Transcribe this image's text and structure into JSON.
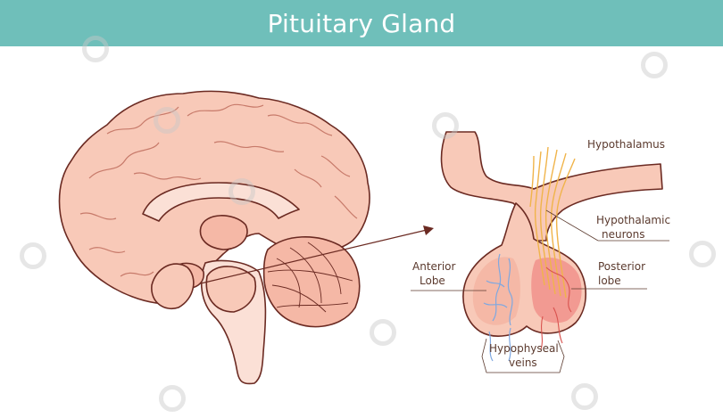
{
  "title": "Pituitary Gland",
  "labels": {
    "hypothalamus": "Hypothalamus",
    "hypothalamic_neurons_1": "Hypothalamic",
    "hypothalamic_neurons_2": "neurons",
    "anterior_lobe_1": "Anterior",
    "anterior_lobe_2": "Lobe",
    "posterior_lobe_1": "Posterior",
    "posterior_lobe_2": "lobe",
    "hypophyseal_veins_1": "Hypophyseal",
    "hypophyseal_veins_2": "veins"
  },
  "colors": {
    "header": "#6fbfba",
    "brain": "#f8c9b8",
    "outline": "#6b2a22",
    "veins": "#7fa8e0",
    "neurons": "#f0b44a"
  }
}
